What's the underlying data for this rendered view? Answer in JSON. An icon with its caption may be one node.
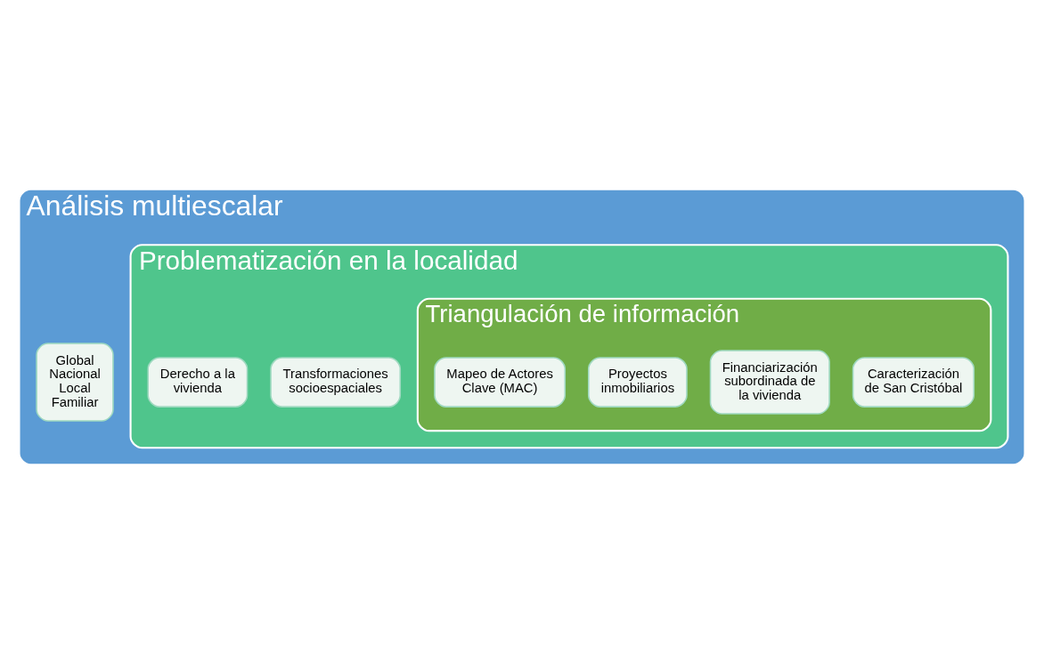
{
  "diagram": {
    "nodes": [
      {
        "text": [
          "Análisis multiescalar"
        ]
      },
      {
        "text": [
          "Global",
          "Nacional",
          "Local",
          "Familiar"
        ],
        "in": 0
      },
      {
        "text": [
          "Problematización en la localidad"
        ],
        "in": 0
      },
      {
        "text": [
          "Transformaciones socioespaciales"
        ],
        "in": 2
      },
      {
        "text": [
          "Derecho a la vivienda"
        ],
        "in": 2
      },
      {
        "text": [
          "Triangulación de información"
        ],
        "in": 2
      },
      {
        "text": [
          "Caracterización de San Cristóbal"
        ],
        "in": 5
      },
      {
        "text": [
          "Financiarización subordinada de la vivienda"
        ],
        "in": 5
      },
      {
        "text": [
          "Proyectos inmobiliarios"
        ],
        "in": 5
      },
      {
        "text": [
          "Mapeo de Actores Clave (MAC)"
        ],
        "in": 5
      }
    ],
    "edges": []
  }
}
